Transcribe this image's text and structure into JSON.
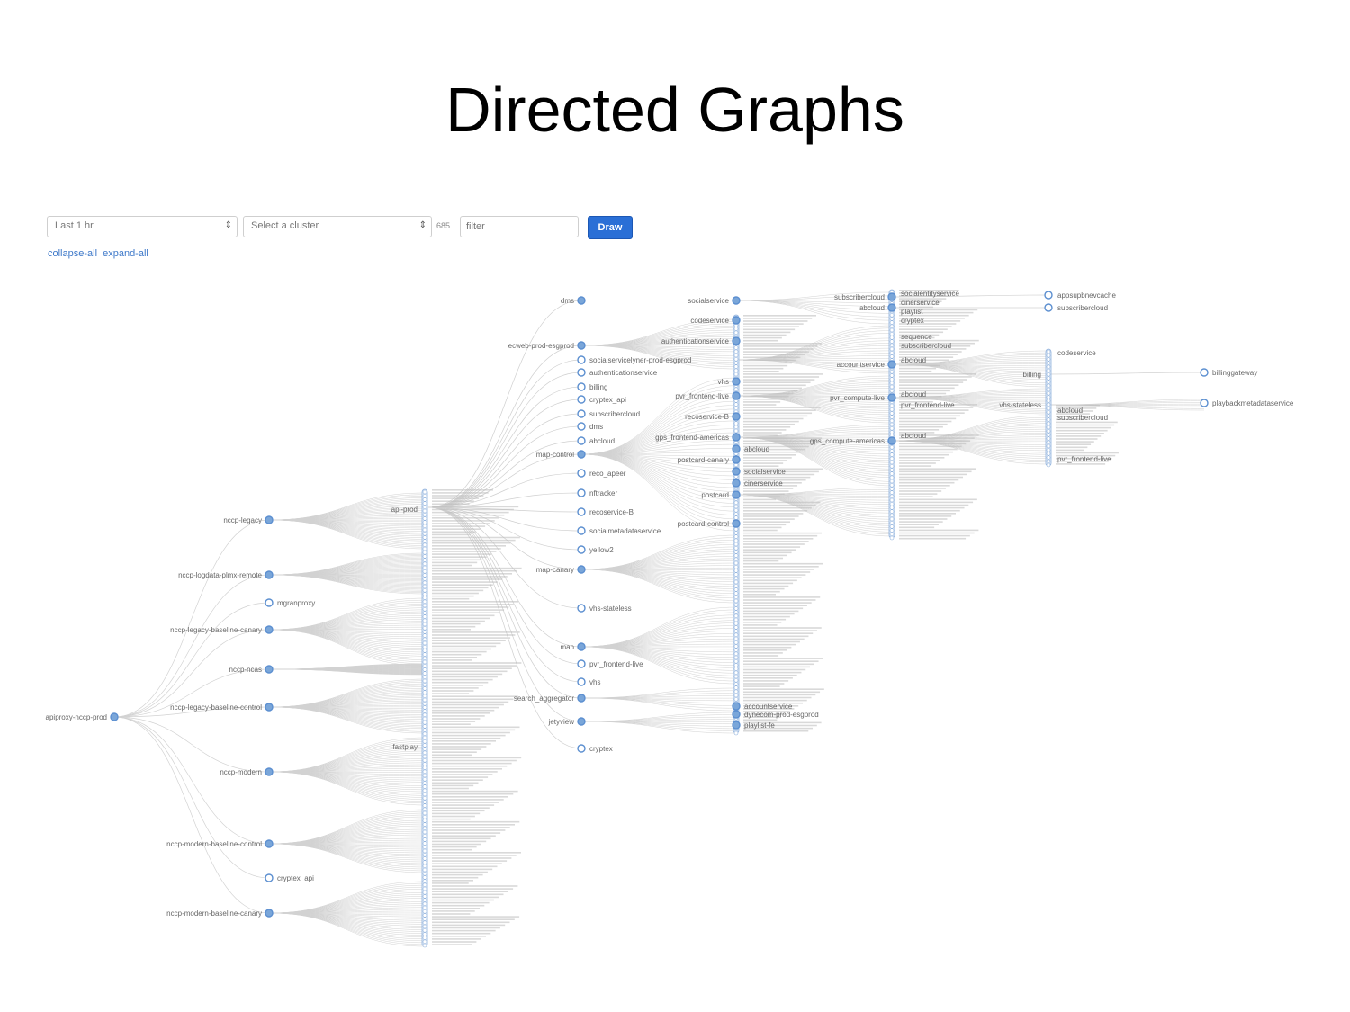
{
  "slide": {
    "title": "Directed Graphs"
  },
  "toolbar": {
    "time_select": "Last 1 hr",
    "cluster_select": "Select a cluster",
    "count": "685",
    "filter_placeholder": "filter",
    "draw_label": "Draw"
  },
  "links": {
    "collapse": "collapse-all",
    "expand": "expand-all"
  },
  "graph": {
    "root": "apiproxy-nccp-prod",
    "level1": [
      "nccp-legacy",
      "nccp-logdata-plmx-remote",
      "mgranproxy",
      "nccp-legacy-baseline-canary",
      "nccp-ncas",
      "nccp-legacy-baseline-control",
      "nccp-modern",
      "nccp-modern-baseline-control",
      "cryptex_api",
      "nccp-modern-baseline-canary"
    ],
    "level2": [
      "api-prod",
      "fastplay"
    ],
    "level3": [
      "dms",
      "ecweb-prod-esgprod",
      "socialservicelyner-prod-esgprod",
      "authenticationservice",
      "billing",
      "cryptex_api",
      "subscribercloud",
      "dms",
      "abcloud",
      "map-control",
      "reco_apeer",
      "nftracker",
      "recoservice-B",
      "socialmetadataservice",
      "yellow2",
      "map-canary",
      "vhs-stateless",
      "map",
      "pvr_frontend-live",
      "vhs",
      "search_aggregator",
      "jetyview",
      "cryptex"
    ],
    "level4": [
      "socialservice",
      "codeservice",
      "authenticationservice",
      "vhs",
      "pvr_frontend-live",
      "recoservice-B",
      "gps_frontend-americas",
      "abcloud",
      "postcard-canary",
      "socialservice",
      "cinerservice",
      "postcard",
      "postcard-control",
      "accountservice",
      "dynecom-prod-esgprod",
      "playlist-fe"
    ],
    "level5": [
      "subscribercloud",
      "abcloud",
      "accountservice",
      "pvr_compute-live",
      "gps_compute-americas"
    ],
    "level6": [
      "socialentityservice",
      "cinerservice",
      "playlist",
      "cryptex",
      "sequence",
      "subscribercloud",
      "abcloud",
      "abcloud",
      "pvr_frontend-live",
      "abcloud"
    ],
    "level7": [
      "appsupbnevcache",
      "subscribercloud",
      "codeservice",
      "billing",
      "vhs-stateless",
      "abcloud",
      "subscribercloud",
      "pvr_frontend-live"
    ],
    "level8": [
      "billinggateway",
      "playbackmetadataservice"
    ]
  }
}
